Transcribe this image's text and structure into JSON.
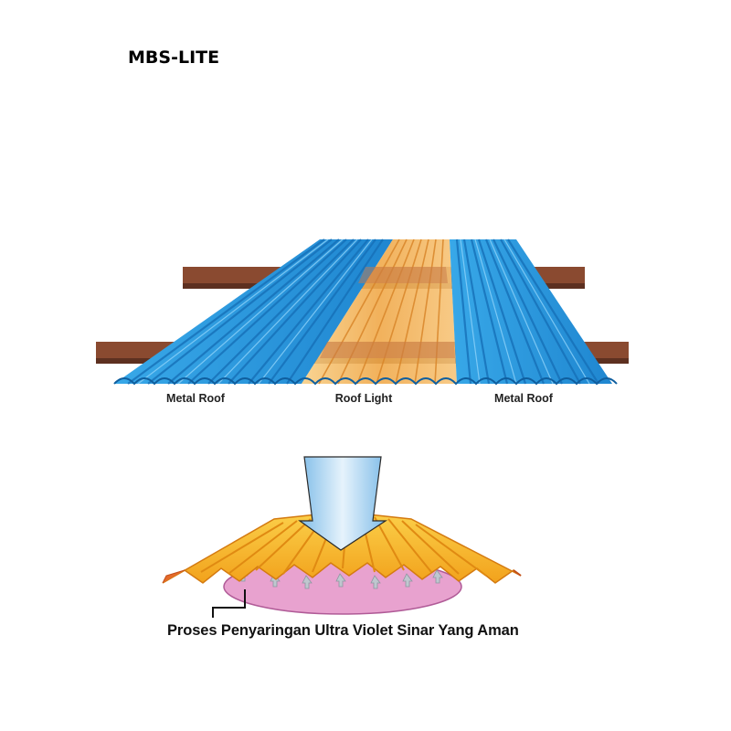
{
  "header": {
    "title": "MBS-LITE"
  },
  "roof_diagram": {
    "labels": [
      "Metal Roof",
      "Roof Light",
      "Metal Roof"
    ],
    "colors": {
      "metal_roof": "#2f9fe0",
      "metal_roof_dark": "#1a78c2",
      "roof_light": "#f3b25a",
      "purlin": "#8a4a30"
    }
  },
  "uv_diagram": {
    "caption": "Proses Penyaringan Ultra Violet Sinar Yang Aman",
    "colors": {
      "sheet": "#f7b524",
      "sheet_dark": "#e58e12",
      "filtered_zone": "#e49acb",
      "light_arrow": "#a9d4f2"
    }
  }
}
